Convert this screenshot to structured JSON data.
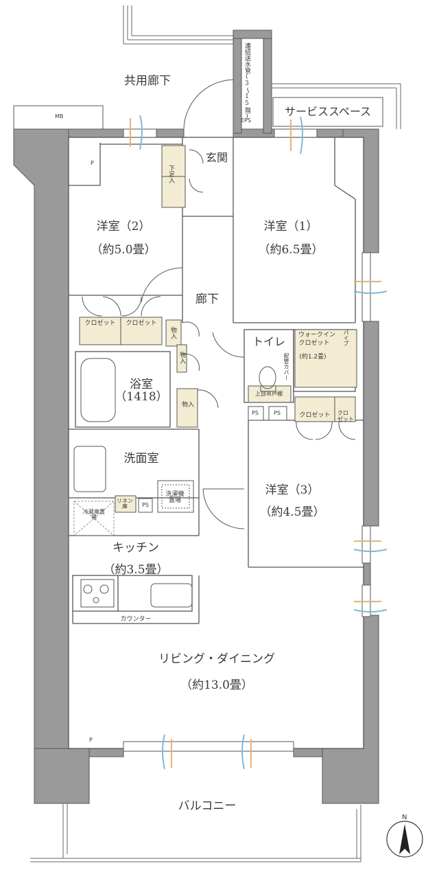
{
  "labels": {
    "common_corridor": "共用廊下",
    "mb": "MB",
    "service_space": "サービススペース",
    "pipe_label": "連結送水管(3〜15階)",
    "eps": "EPS",
    "entrance": "玄関",
    "geta_box": "下足入",
    "p_top": "P",
    "room2_name": "洋室（2）",
    "room2_size": "（約5.0畳）",
    "room1_name": "洋室（1）",
    "room1_size": "（約6.5畳）",
    "hallway": "廊下",
    "closet": "クロゼット",
    "storage": "物入",
    "toilet": "トイレ",
    "pipe_cover": "配管カバー",
    "wic_line1": "ウォークイン",
    "wic_line2": "クロゼット",
    "wic_size": "(約1.2畳)",
    "pipe_space_v": "パイプ",
    "upper_cabinet": "上部吊戸棚",
    "ps": "PS",
    "bath_name": "浴室",
    "bath_size": "（1418）",
    "closet_short": "クロ ゼット",
    "washroom": "洗面室",
    "washer_area": "洗濯機置場",
    "linen": "リネン庫",
    "fridge": "冷蔵庫置場",
    "room3_name": "洋室（3）",
    "room3_size": "（約4.5畳）",
    "kitchen_name": "キッチン",
    "kitchen_size": "（約3.5畳）",
    "counter": "カウンター",
    "ld_name": "リビング・ダイニング",
    "ld_size": "（約13.0畳）",
    "p_bottom": "P",
    "balcony": "バルコニー",
    "north": "N"
  },
  "colors": {
    "wall": "#9a9a9a",
    "line": "#555555",
    "storage_fill": "#f3ecd3",
    "window_blue": "#7fb9d8",
    "window_tan": "#e3b27a"
  },
  "icons": [
    "north-arrow-icon",
    "stove-icon",
    "sink-icon",
    "toilet-icon",
    "bathtub-icon",
    "washbasin-icon"
  ]
}
